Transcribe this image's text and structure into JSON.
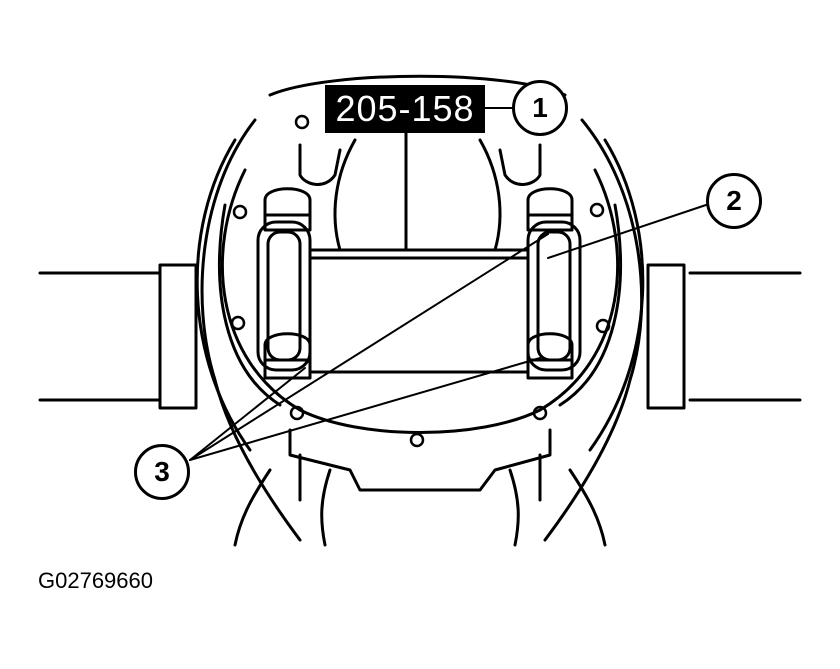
{
  "diagram": {
    "tool_number": "205-158",
    "callouts": [
      "1",
      "2",
      "3"
    ],
    "figure_id": "G02769660"
  }
}
